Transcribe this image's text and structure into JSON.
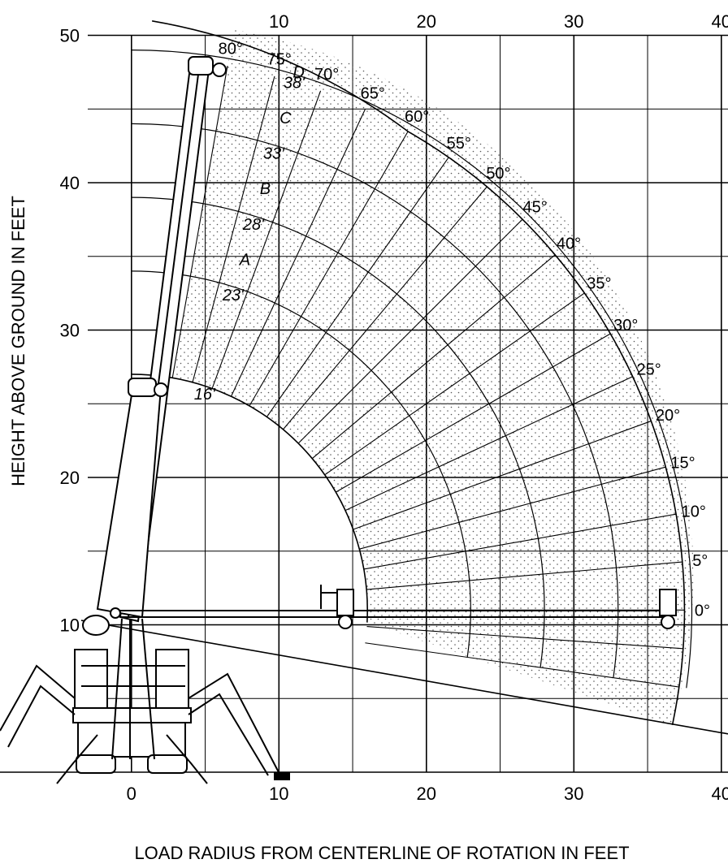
{
  "chart_data": {
    "type": "diagram",
    "xlabel": "LOAD RADIUS FROM CENTERLINE OF ROTATION IN FEET",
    "ylabel": "HEIGHT ABOVE GROUND IN FEET",
    "x_ticks": [
      "0",
      "10",
      "20",
      "30",
      "40"
    ],
    "top_ticks": [
      "10",
      "20",
      "30",
      "40"
    ],
    "y_ticks": [
      "10",
      "20",
      "30",
      "40",
      "50"
    ],
    "xlim": [
      -9,
      40
    ],
    "ylim": [
      0,
      50
    ],
    "pivot": [
      0,
      11
    ],
    "boom_angles": [
      {
        "deg": 0,
        "label": "0°"
      },
      {
        "deg": 5,
        "label": "5°"
      },
      {
        "deg": 10,
        "label": "10°"
      },
      {
        "deg": 15,
        "label": "15°"
      },
      {
        "deg": 20,
        "label": "20°"
      },
      {
        "deg": 25,
        "label": "25°"
      },
      {
        "deg": 30,
        "label": "30°"
      },
      {
        "deg": 35,
        "label": "35°"
      },
      {
        "deg": 40,
        "label": "40°"
      },
      {
        "deg": 45,
        "label": "45°"
      },
      {
        "deg": 50,
        "label": "50°"
      },
      {
        "deg": 55,
        "label": "55°"
      },
      {
        "deg": 60,
        "label": "60°"
      },
      {
        "deg": 65,
        "label": "65°"
      },
      {
        "deg": 70,
        "label": "70°"
      },
      {
        "deg": 75,
        "label": "75°"
      },
      {
        "deg": 80,
        "label": "80°"
      }
    ],
    "boom_lengths": [
      {
        "ft": 16,
        "label": "16'"
      },
      {
        "ft": 23,
        "label": "23'"
      },
      {
        "ft": 28,
        "label": "28'"
      },
      {
        "ft": 33,
        "label": "33'"
      },
      {
        "ft": 38,
        "label": "38'"
      }
    ],
    "sections": [
      "A",
      "B",
      "C",
      "D"
    ],
    "max_radius_ft": 37.5
  }
}
